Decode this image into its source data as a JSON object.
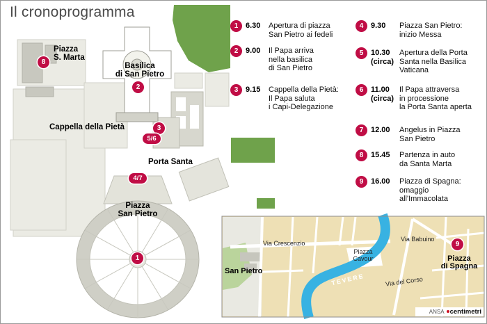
{
  "title": "Il cronoprogramma",
  "colors": {
    "accent": "#c00d45",
    "green": "#6fa24b",
    "river": "#38b2e2"
  },
  "timeline": {
    "column1": [
      {
        "num": "1",
        "time": "6.30",
        "circa": "",
        "text": "Apertura di piazza\nSan Pietro ai fedeli"
      },
      {
        "num": "2",
        "time": "9.00",
        "circa": "",
        "text": "Il Papa arriva\nnella basilica\ndi San Pietro"
      },
      {
        "num": "3",
        "time": "9.15",
        "circa": "",
        "text": "Cappella della Pietà:\nIl Papa saluta\ni Capi-Delegazione"
      }
    ],
    "column2": [
      {
        "num": "4",
        "time": "9.30",
        "circa": "",
        "text": "Piazza San Pietro:\ninizio Messa"
      },
      {
        "num": "5",
        "time": "10.30",
        "circa": "(circa)",
        "text": "Apertura della Porta\nSanta nella Basilica\nVaticana"
      },
      {
        "num": "6",
        "time": "11.00",
        "circa": "(circa)",
        "text": "Il Papa attraversa\nin processione\nla Porta Santa aperta"
      },
      {
        "num": "7",
        "time": "12.00",
        "circa": "",
        "text": "Angelus in Piazza\nSan Pietro"
      },
      {
        "num": "8",
        "time": "15.45",
        "circa": "",
        "text": "Partenza in auto\nda Santa Marta"
      },
      {
        "num": "9",
        "time": "16.00",
        "circa": "",
        "text": "Piazza di Spagna:\nomaggio\nall'Immacolata"
      }
    ]
  },
  "map": {
    "piazza_s_marta": "Piazza\nS. Marta",
    "marker_s_marta": "8",
    "basilica": "Basilica\ndi San Pietro",
    "marker_basilica": "2",
    "cappella": "Cappella della Pietà",
    "marker_cappella": "3",
    "marker_cappella_pill": "5/6",
    "porta_santa": "Porta Santa",
    "marker_porta_pill": "4/7",
    "piazza_san_pietro": "Piazza\nSan Pietro",
    "marker_piazza": "1"
  },
  "inset": {
    "via_crescenzio": "Via Crescenzio",
    "piazza_cavour": "Piazza\nCavour",
    "via_babuino": "Via Babuino",
    "san_pietro": "San Pietro",
    "tevere": "TEVERE",
    "via_del_corso": "Via del Corso",
    "piazza_di_spagna": "Piazza\ndi Spagna",
    "marker_spagna": "9",
    "credit_ansa": "ANSA",
    "credit_brand": "centimetri"
  }
}
